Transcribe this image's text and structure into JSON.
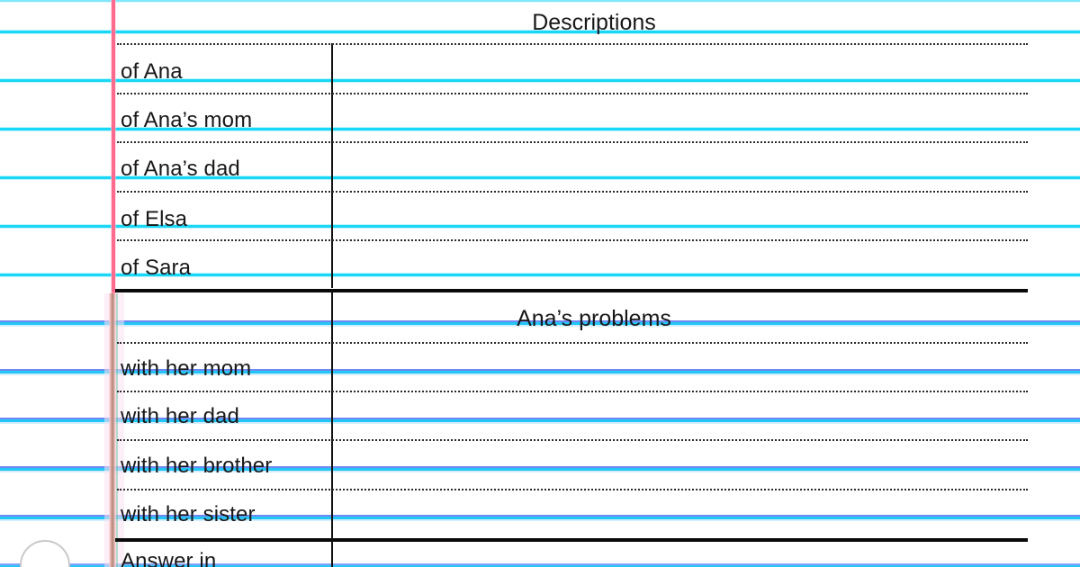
{
  "page": {
    "kind": "lined-notebook-worksheet",
    "paper_rule_color": "#1ad7f7",
    "paper_rule_color_lower": "#23c7f5",
    "margin_line_color": "#fb6b8e",
    "ink_color": "#18181a",
    "divider_color": "#0a0a0a",
    "hole_punch_color": "#c9c9c9"
  },
  "sections": [
    {
      "id": "descriptions",
      "title": "Descriptions",
      "rows": [
        {
          "label": "of Ana",
          "answer": ""
        },
        {
          "label": "of Ana’s mom",
          "answer": ""
        },
        {
          "label": "of Ana’s dad",
          "answer": ""
        },
        {
          "label": "of Elsa",
          "answer": ""
        },
        {
          "label": "of Sara",
          "answer": ""
        }
      ]
    },
    {
      "id": "problems",
      "title": "Ana’s problems",
      "rows": [
        {
          "label": "with her mom",
          "answer": ""
        },
        {
          "label": "with her dad",
          "answer": ""
        },
        {
          "label": "with her brother",
          "answer": ""
        },
        {
          "label": "with her sister",
          "answer": ""
        }
      ]
    },
    {
      "id": "answer",
      "title": "",
      "rows": [
        {
          "label": "Answer in",
          "answer": ""
        }
      ]
    }
  ],
  "labels": {
    "descriptions_title": "Descriptions",
    "problems_title": "Ana’s problems",
    "row_1": "of Ana",
    "row_2": "of Ana’s mom",
    "row_3": "of Ana’s dad",
    "row_4": "of Elsa",
    "row_5": "of Sara",
    "row_6": "with her mom",
    "row_7": "with her dad",
    "row_8": "with her brother",
    "row_9": "with her sister",
    "row_10": "Answer in"
  },
  "icons": {
    "hole_punch": "hole-punch-icon"
  }
}
